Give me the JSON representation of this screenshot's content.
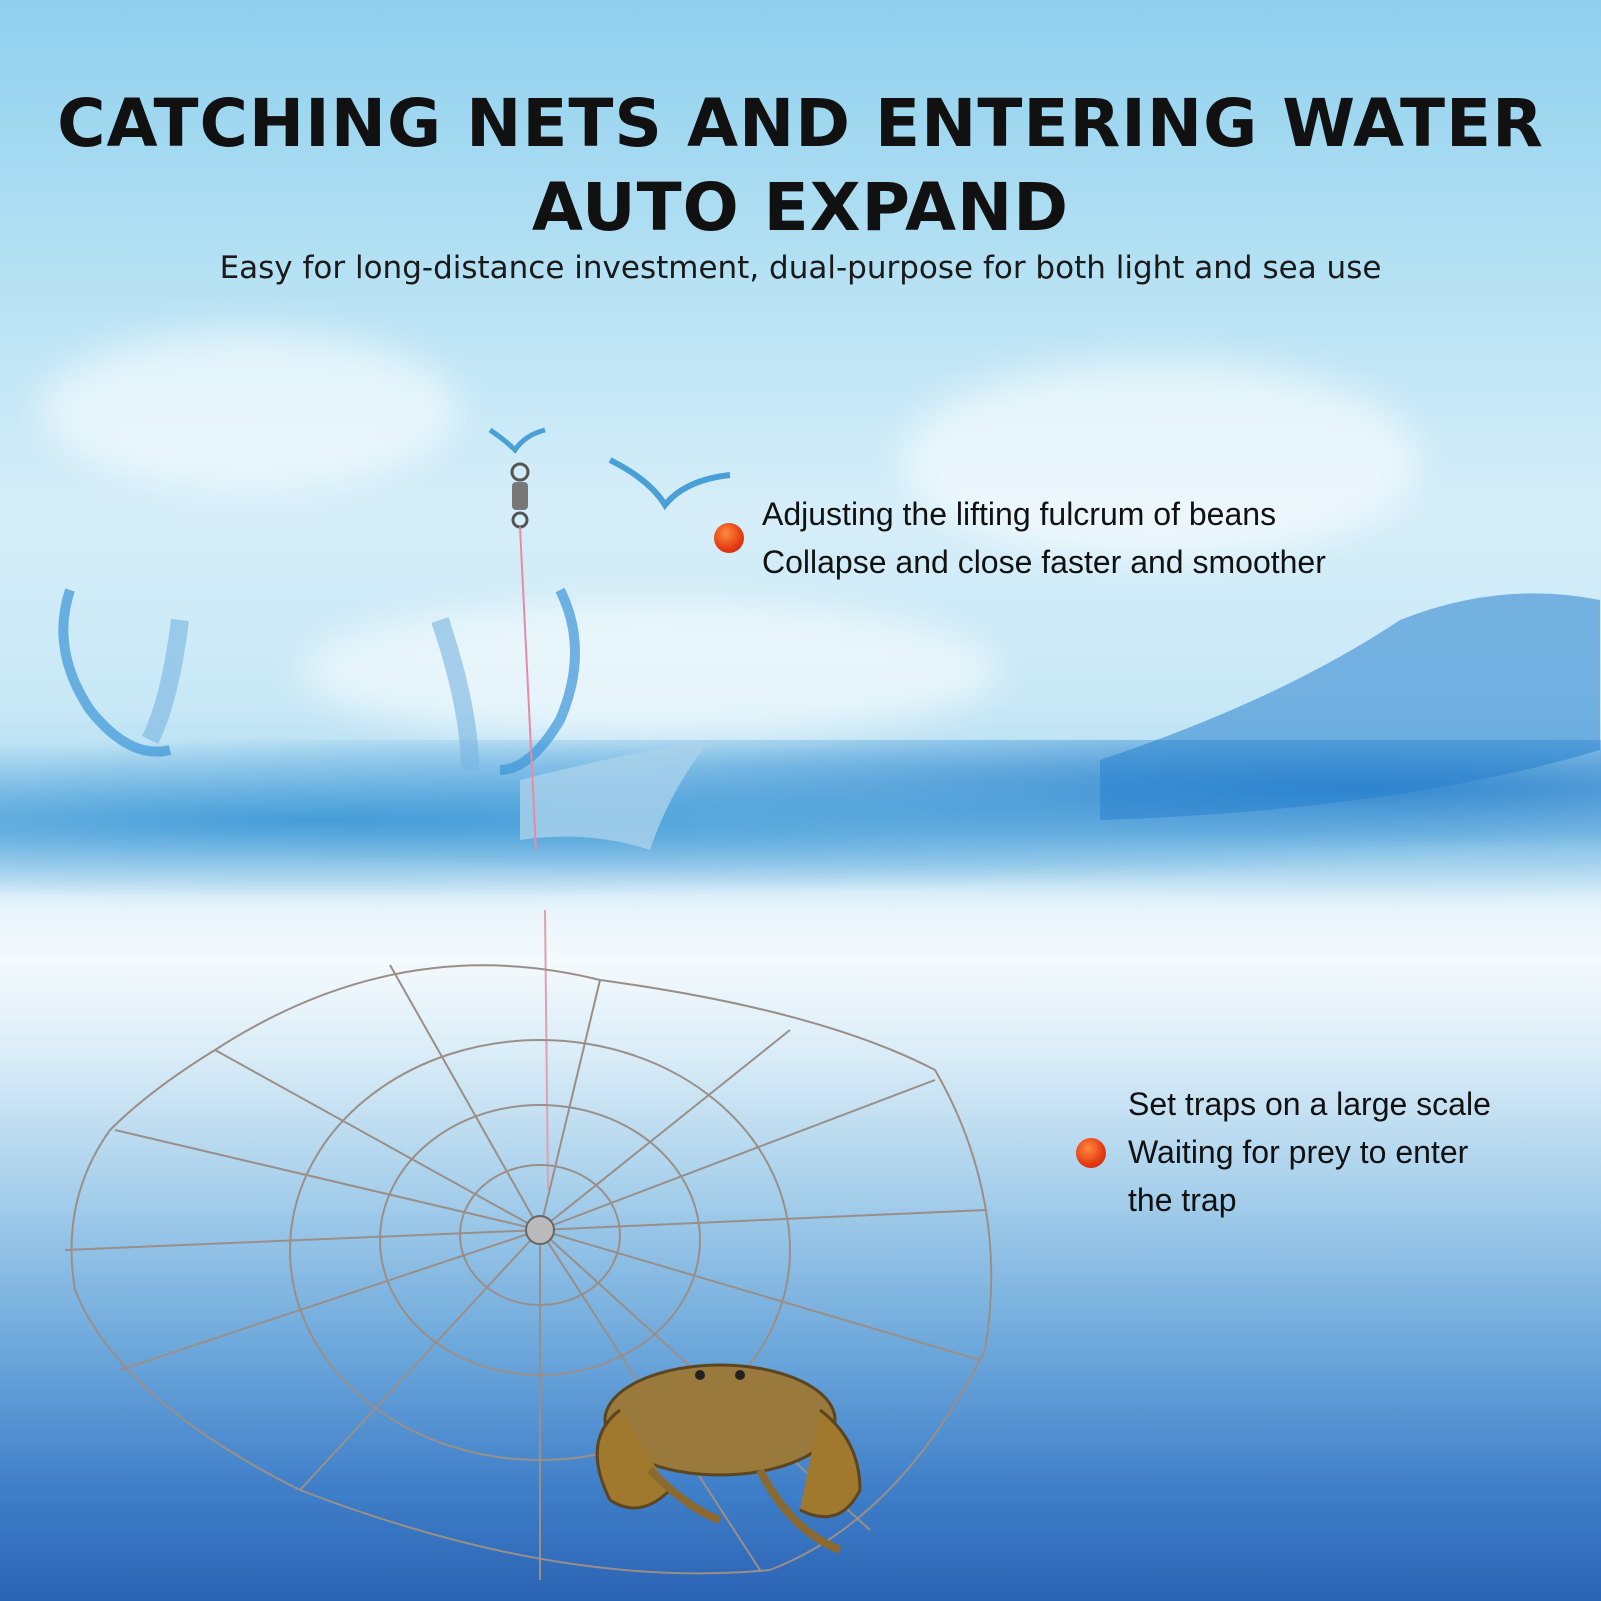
{
  "header": {
    "title_line1": "CATCHING NETS AND ENTERING WATER",
    "title_line2": "AUTO EXPAND",
    "subtitle": "Easy for long-distance investment, dual-purpose for both light and sea use"
  },
  "features": [
    {
      "lines": [
        "Adjusting the lifting fulcrum of beans",
        "Collapse and close faster and smoother"
      ],
      "bullet_color": "#e8461a"
    },
    {
      "lines": [
        "Set traps on a large scale",
        "Waiting for prey to enter",
        "the trap"
      ],
      "bullet_color": "#e8461a"
    }
  ],
  "illustration": {
    "items": [
      "sky-background",
      "water-splash",
      "ocean-wave",
      "swivel",
      "pink-line",
      "crab-net",
      "crab"
    ]
  }
}
